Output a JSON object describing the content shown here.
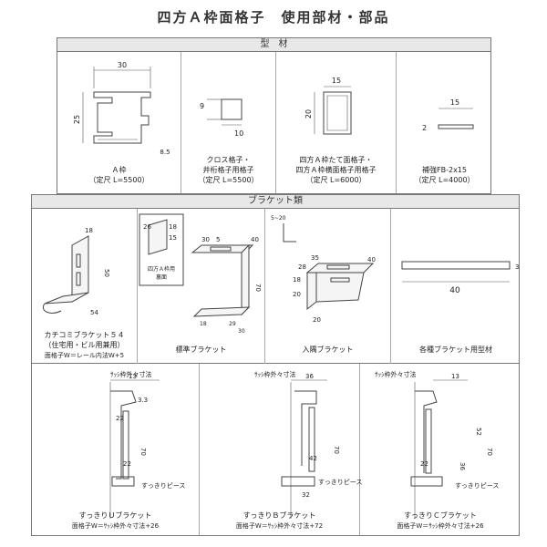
{
  "title": "四方Ａ枠面格子　使用部材・部品",
  "profiles": {
    "header": "型　材",
    "items": [
      {
        "caption1": "Ａ枠",
        "caption2": "（定尺 L=5500）",
        "dims": [
          "30",
          "25",
          "8.5"
        ]
      },
      {
        "caption1": "クロス格子・",
        "caption2": "井桁格子用格子",
        "caption3": "（定尺 L=5500）",
        "dims": [
          "9",
          "10"
        ]
      },
      {
        "caption1": "四方Ａ枠たて面格子・",
        "caption2": "四方Ａ枠横面格子用格子",
        "caption3": "（定尺 L=6000）",
        "dims": [
          "15",
          "20"
        ]
      },
      {
        "caption1": "補強FB-2x15",
        "caption2": "（定尺 L=4000）",
        "dims": [
          "15",
          "2"
        ]
      }
    ]
  },
  "brackets": {
    "header": "ブラケット類",
    "items": [
      {
        "caption1": "カチコミブラケット５４",
        "caption2": "（住宅用・ビル用兼用）",
        "caption3": "面格子W＝レール内法W+5",
        "dims": [
          "18",
          "50",
          "54"
        ]
      },
      {
        "caption1": "標準ブラケット",
        "dims": [
          "26",
          "18",
          "15",
          "30",
          "5",
          "40",
          "70",
          "18",
          "29",
          "30"
        ],
        "inset_label1": "四方Ａ枠用",
        "inset_label2": "裏面"
      },
      {
        "caption1": "入隅ブラケット",
        "dims": [
          "5~20",
          "35",
          "40",
          "28",
          "18",
          "20",
          "20"
        ]
      },
      {
        "caption1": "各種ブラケット用型材",
        "dims": [
          "40",
          "3"
        ]
      }
    ]
  },
  "sukkiri": {
    "items": [
      {
        "label_top": "ｻｯｼ枠外々寸法",
        "caption1": "すっきりＵブラケット",
        "caption2": "面格子W＝ｻｯｼ枠外々寸法+26",
        "piece": "すっきりピース",
        "dims": [
          "13",
          "3.3",
          "70",
          "22",
          "22"
        ]
      },
      {
        "label_top": "ｻｯｼ枠外々寸法",
        "caption1": "すっきりＢブラケット",
        "caption2": "面格子W＝ｻｯｼ枠外々寸法+72",
        "piece": "すっきりピース",
        "dims": [
          "36",
          "70",
          "42",
          "32"
        ]
      },
      {
        "label_top": "ｻｯｼ枠外々寸法",
        "caption1": "すっきりＣブラケット",
        "caption2": "面格子W＝ｻｯｼ枠外々寸法+26",
        "piece": "すっきりピース",
        "dims": [
          "13",
          "52",
          "70",
          "36",
          "22"
        ]
      }
    ]
  }
}
